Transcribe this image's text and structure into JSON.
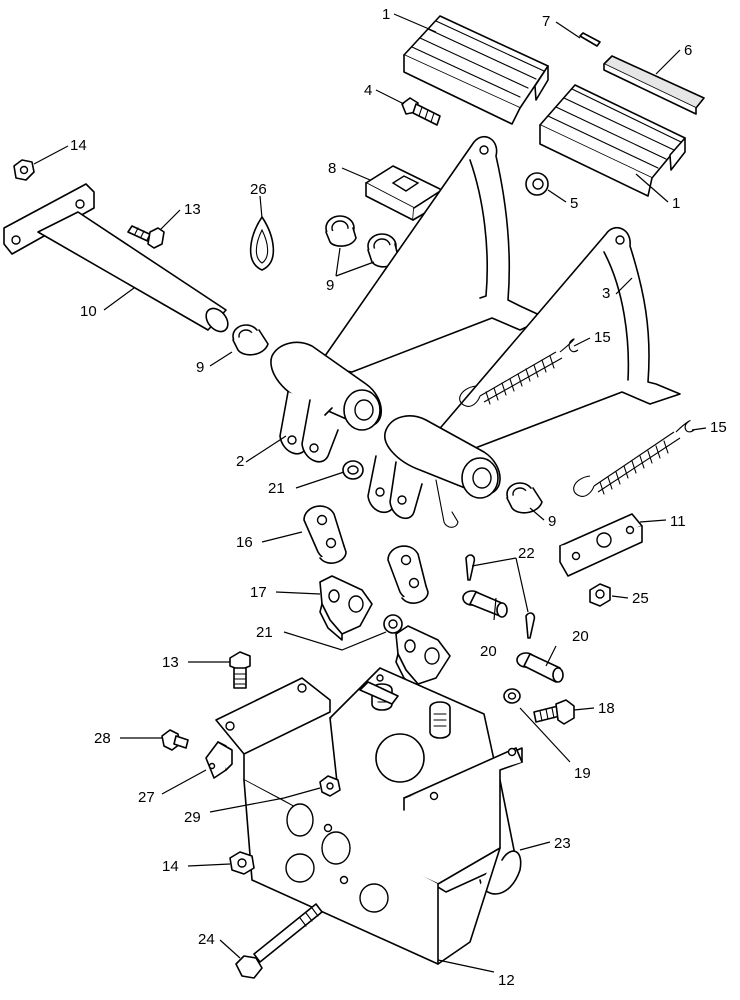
{
  "diagram": {
    "callouts": [
      {
        "id": "c1a",
        "text": "1"
      },
      {
        "id": "c1b",
        "text": "1"
      },
      {
        "id": "c2",
        "text": "2"
      },
      {
        "id": "c3",
        "text": "3"
      },
      {
        "id": "c4",
        "text": "4"
      },
      {
        "id": "c5",
        "text": "5"
      },
      {
        "id": "c6",
        "text": "6"
      },
      {
        "id": "c7",
        "text": "7"
      },
      {
        "id": "c8",
        "text": "8"
      },
      {
        "id": "c9a",
        "text": "9"
      },
      {
        "id": "c9b",
        "text": "9"
      },
      {
        "id": "c9c",
        "text": "9"
      },
      {
        "id": "c10",
        "text": "10"
      },
      {
        "id": "c11",
        "text": "11"
      },
      {
        "id": "c12",
        "text": "12"
      },
      {
        "id": "c13a",
        "text": "13"
      },
      {
        "id": "c13b",
        "text": "13"
      },
      {
        "id": "c14a",
        "text": "14"
      },
      {
        "id": "c14b",
        "text": "14"
      },
      {
        "id": "c15a",
        "text": "15"
      },
      {
        "id": "c15b",
        "text": "15"
      },
      {
        "id": "c16",
        "text": "16"
      },
      {
        "id": "c17",
        "text": "17"
      },
      {
        "id": "c18",
        "text": "18"
      },
      {
        "id": "c19",
        "text": "19"
      },
      {
        "id": "c20a",
        "text": "20"
      },
      {
        "id": "c20b",
        "text": "20"
      },
      {
        "id": "c21a",
        "text": "21"
      },
      {
        "id": "c21b",
        "text": "21"
      },
      {
        "id": "c22",
        "text": "22"
      },
      {
        "id": "c23",
        "text": "23"
      },
      {
        "id": "c24",
        "text": "24"
      },
      {
        "id": "c25",
        "text": "25"
      },
      {
        "id": "c26",
        "text": "26"
      },
      {
        "id": "c27",
        "text": "27"
      },
      {
        "id": "c28",
        "text": "28"
      },
      {
        "id": "c29",
        "text": "29"
      }
    ]
  }
}
